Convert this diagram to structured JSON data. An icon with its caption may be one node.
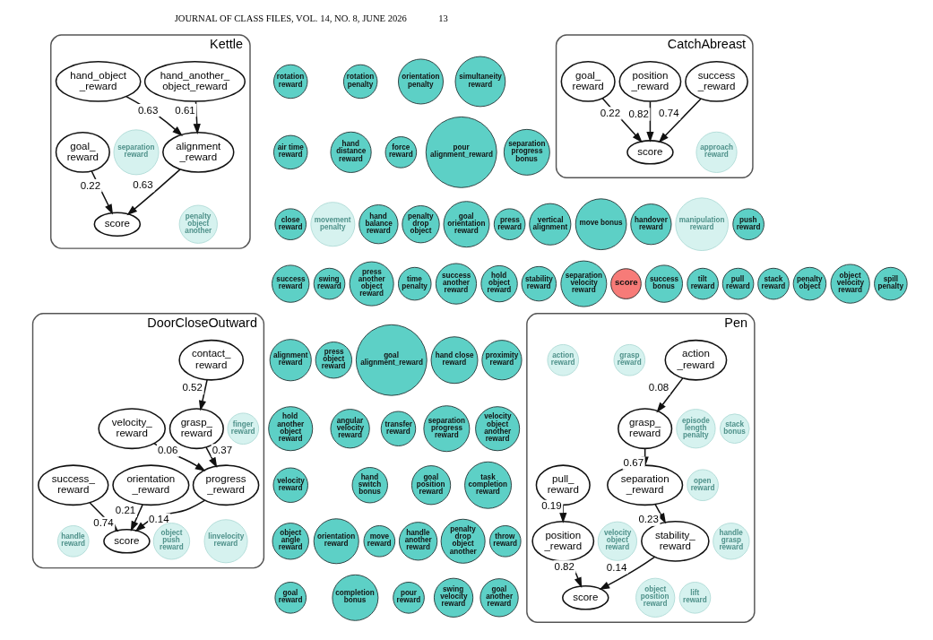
{
  "diagram": {
    "nodes": [
      {
        "text": [
          "Kettle"
        ]
      },
      {
        "text": [
          "hand_another_ object_reward"
        ],
        "in": 0
      },
      {
        "text": [
          "alignment _reward"
        ],
        "in": 0
      },
      {
        "text": [
          "penalty object another"
        ],
        "in": 0
      },
      {
        "text": [
          "hand_object _reward"
        ],
        "in": 0
      },
      {
        "text": [
          "separation reward"
        ],
        "in": 0
      },
      {
        "text": [
          "score"
        ],
        "in": 0
      },
      {
        "text": [
          "goal_ reward"
        ],
        "in": 0
      },
      {
        "text": [
          "CatchAbreast"
        ]
      },
      {
        "text": [
          "position _reward"
        ],
        "in": 8
      },
      {
        "text": [
          "score"
        ],
        "in": 8
      },
      {
        "text": [
          "success _reward"
        ],
        "in": 8
      },
      {
        "text": [
          "goal_ reward"
        ],
        "in": 8
      },
      {
        "text": [
          "approach reward"
        ],
        "in": 8
      },
      {
        "text": [
          "rotation penalty"
        ]
      },
      {
        "text": [
          "rotation reward"
        ]
      },
      {
        "text": [
          "orientation penalty"
        ]
      },
      {
        "text": [
          "simultaneity reward"
        ]
      },
      {
        "text": [
          "hand distance reward"
        ]
      },
      {
        "text": [
          "pour alignment_reward"
        ]
      },
      {
        "text": [
          "air time reward"
        ]
      },
      {
        "text": [
          "force reward"
        ]
      },
      {
        "text": [
          "separation progress bonus"
        ]
      },
      {
        "text": [
          "handover reward"
        ]
      },
      {
        "text": [
          "manipulation reward"
        ]
      },
      {
        "text": [
          "penalty drop object"
        ]
      },
      {
        "text": [
          "movement penalty"
        ]
      },
      {
        "text": [
          "hand balance reward"
        ]
      },
      {
        "text": [
          "close reward"
        ]
      },
      {
        "text": [
          "goal orientation reward"
        ]
      },
      {
        "text": [
          "press reward"
        ]
      },
      {
        "text": [
          "vertical alignment"
        ]
      },
      {
        "text": [
          "move bonus"
        ]
      },
      {
        "text": [
          "push reward"
        ]
      },
      {
        "text": [
          "swing reward"
        ]
      },
      {
        "text": [
          "success another reward"
        ]
      },
      {
        "text": [
          "object velocity reward"
        ]
      },
      {
        "text": [
          "spill penalty"
        ]
      },
      {
        "text": [
          "stack reward"
        ]
      },
      {
        "text": [
          "press another object reward"
        ]
      },
      {
        "text": [
          "success reward"
        ]
      },
      {
        "text": [
          "stability reward"
        ]
      },
      {
        "text": [
          "success bonus"
        ]
      },
      {
        "text": [
          "tilt reward"
        ]
      },
      {
        "text": [
          "hold object reward"
        ]
      },
      {
        "text": [
          "pull reward"
        ]
      },
      {
        "text": [
          "penalty object"
        ]
      },
      {
        "text": [
          "penalty drop object another"
        ]
      },
      {
        "text": [
          "time penalty"
        ]
      },
      {
        "text": [
          "goal alignment_reward"
        ]
      },
      {
        "text": [
          "alignment reward"
        ]
      },
      {
        "text": [
          "separation velocity reward"
        ]
      },
      {
        "text": [
          "score"
        ]
      },
      {
        "text": [
          "transfer reward"
        ]
      },
      {
        "text": [
          "throw reward"
        ]
      },
      {
        "text": [
          "press object reward"
        ]
      },
      {
        "text": [
          "hand close reward"
        ]
      },
      {
        "text": [
          "proximity reward"
        ]
      },
      {
        "text": [
          "separation progress reward"
        ]
      },
      {
        "text": [
          "velocity object another reward"
        ]
      },
      {
        "text": [
          "goal position reward"
        ]
      },
      {
        "text": [
          "task completion reward"
        ]
      },
      {
        "text": [
          "hold another object reward"
        ]
      },
      {
        "text": [
          "angular velocity reward"
        ]
      },
      {
        "text": [
          "hand switch bonus"
        ]
      },
      {
        "text": [
          "velocity reward"
        ]
      },
      {
        "text": [
          "orientation reward"
        ]
      },
      {
        "text": [
          "object angle reward"
        ]
      },
      {
        "text": [
          "handle another reward"
        ]
      },
      {
        "text": [
          "move reward"
        ]
      },
      {
        "text": [
          "pour reward"
        ]
      },
      {
        "text": [
          "completion bonus"
        ]
      },
      {
        "text": [
          "swing velocity reward"
        ]
      },
      {
        "text": [
          "goal another reward"
        ]
      },
      {
        "text": [
          "goal reward"
        ]
      },
      {
        "text": [
          "DoorCloseOutward"
        ]
      },
      {
        "text": [
          "velocity_ reward"
        ],
        "in": 75
      },
      {
        "text": [
          "progress _reward"
        ],
        "in": 75
      },
      {
        "text": [
          "grasp_ reward"
        ],
        "in": 75
      },
      {
        "text": [
          "score"
        ],
        "in": 75
      },
      {
        "text": [
          "contact_ reward"
        ],
        "in": 75
      },
      {
        "text": [
          "orientation _reward"
        ],
        "in": 75
      },
      {
        "text": [
          "success_ reward"
        ],
        "in": 75
      },
      {
        "text": [
          "linvelocity reward"
        ],
        "in": 75
      },
      {
        "text": [
          "finger reward"
        ],
        "in": 75
      },
      {
        "text": [
          "object push reward"
        ],
        "in": 75
      },
      {
        "text": [
          "handle reward"
        ],
        "in": 75
      },
      {
        "text": [
          "Pen"
        ]
      },
      {
        "text": [
          "separation _reward"
        ],
        "in": 87
      },
      {
        "text": [
          "grasp_ reward"
        ],
        "in": 87
      },
      {
        "text": [
          "stability_ reward"
        ],
        "in": 87
      },
      {
        "text": [
          "score"
        ],
        "in": 87
      },
      {
        "text": [
          "action _reward"
        ],
        "in": 87
      },
      {
        "text": [
          "pull_ reward"
        ],
        "in": 87
      },
      {
        "text": [
          "position _reward"
        ],
        "in": 87
      },
      {
        "text": [
          "episode length penalty"
        ],
        "in": 87
      },
      {
        "text": [
          "object position reward"
        ],
        "in": 87
      },
      {
        "text": [
          "open reward"
        ],
        "in": 87
      },
      {
        "text": [
          "grasp reward"
        ],
        "in": 87
      },
      {
        "text": [
          "handle grasp reward"
        ],
        "in": 87
      },
      {
        "text": [
          "velocity object reward"
        ],
        "in": 87
      },
      {
        "text": [
          "action reward"
        ],
        "in": 87
      },
      {
        "text": [
          "lift reward"
        ],
        "in": 87
      },
      {
        "text": [
          "stack bonus"
        ],
        "in": 87
      }
    ],
    "edges": [
      {
        "from": 1,
        "to": 2,
        "arrow": "to",
        "label": "0.61"
      },
      {
        "from": 4,
        "to": 2,
        "arrow": "to",
        "label": "0.63"
      },
      {
        "from": 2,
        "to": 6,
        "arrow": "to",
        "label": "0.63"
      },
      {
        "from": 7,
        "to": 6,
        "arrow": "to",
        "label": "0.22"
      },
      {
        "from": 9,
        "to": 10,
        "arrow": "to",
        "label": "0.82"
      },
      {
        "from": 11,
        "to": 10,
        "arrow": "to",
        "label": "0.74"
      },
      {
        "from": 12,
        "to": 10,
        "arrow": "to",
        "label": "0.22"
      },
      {
        "from": 76,
        "to": 77,
        "arrow": "to",
        "label": "0.06"
      },
      {
        "from": 78,
        "to": 77,
        "arrow": "to",
        "label": "0.37"
      },
      {
        "from": 80,
        "to": 78,
        "arrow": "to",
        "label": "0.52"
      },
      {
        "from": 77,
        "to": 79,
        "arrow": "to",
        "label": "0.14"
      },
      {
        "from": 81,
        "to": 79,
        "arrow": "to",
        "label": "0.21"
      },
      {
        "from": 82,
        "to": 79,
        "arrow": "to",
        "label": "0.74"
      },
      {
        "from": 89,
        "to": 88,
        "arrow": "to",
        "label": "0.67"
      },
      {
        "from": 88,
        "to": 90,
        "arrow": "to",
        "label": "0.23"
      },
      {
        "from": 90,
        "to": 91,
        "arrow": "to",
        "label": "0.14"
      },
      {
        "from": 92,
        "to": 89,
        "arrow": "to",
        "label": "0.08"
      },
      {
        "from": 93,
        "to": 94,
        "arrow": "to",
        "label": "0.19"
      },
      {
        "from": 94,
        "to": 91,
        "arrow": "to",
        "label": "0.82"
      }
    ],
    "labels": [
      "JOURNAL OF CLASS FILES, VOL. 14, NO. 8, JUNE 2026",
      "13"
    ]
  }
}
